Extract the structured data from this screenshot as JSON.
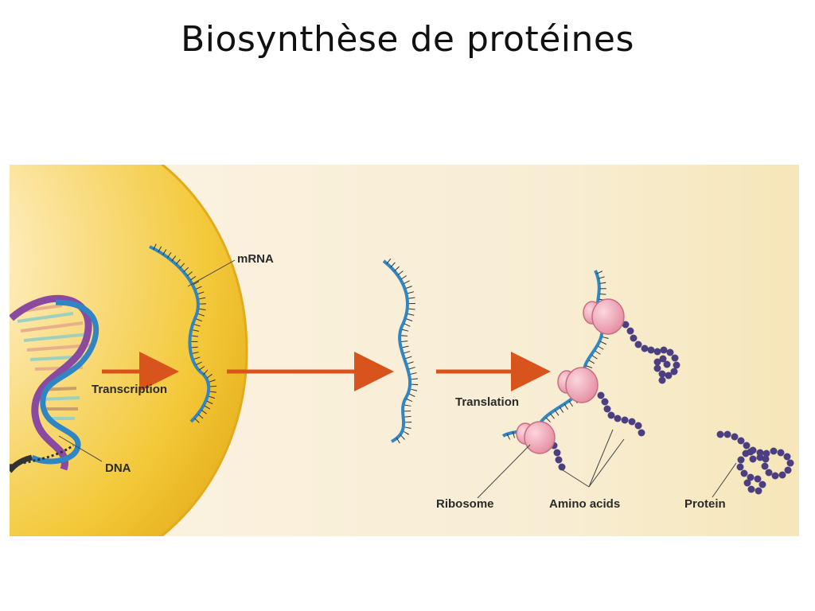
{
  "slide": {
    "title": "Biosynthèse de protéines"
  },
  "diagram": {
    "labels": {
      "mrna": "mRNA",
      "transcription": "Transcription",
      "dna": "DNA",
      "translation": "Translation",
      "ribosome": "Ribosome",
      "amino_acids": "Amino acids",
      "protein": "Protein"
    },
    "colors": {
      "nucleus": "#f2c531",
      "cytoplasm": "#f8eed2",
      "rna_strand": "#2f86c2",
      "arrow": "#d9531c",
      "ribosome": "#ef9fb0",
      "amino_acid": "#4b3f82",
      "dna_purple": "#8a4aa0"
    }
  }
}
